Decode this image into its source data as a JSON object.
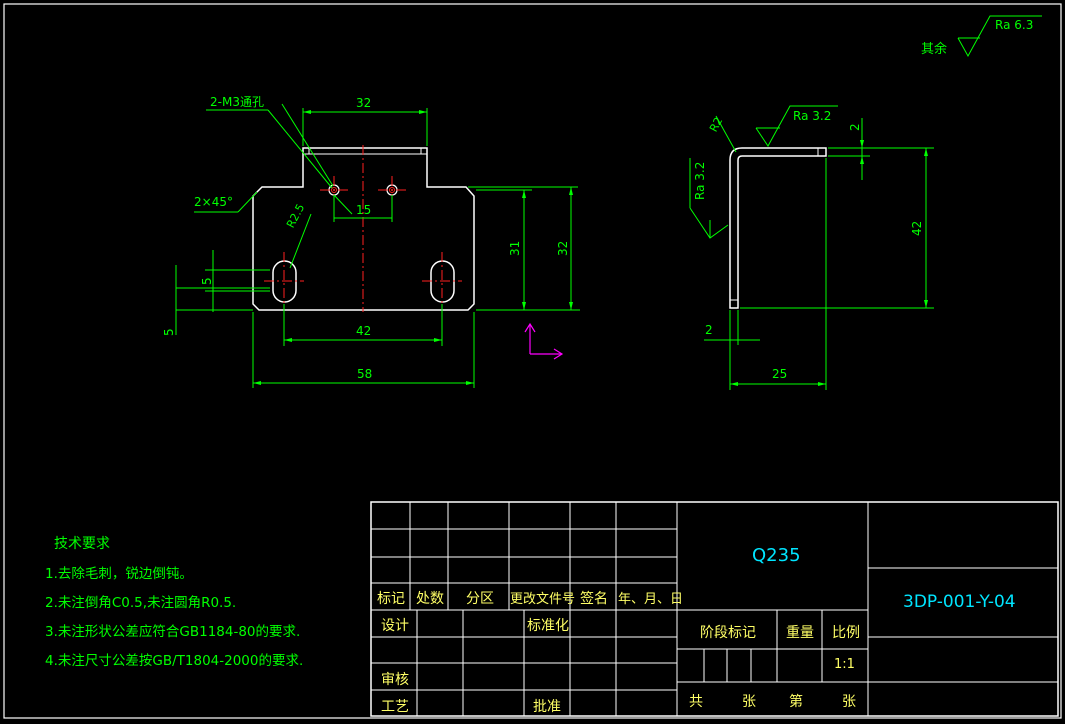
{
  "colors": {
    "background": "#000000",
    "outline": "#ffffff",
    "dimension": "#00ff00",
    "centerline": "#ff2020",
    "title_text": "#00e5ff",
    "ucs": "#ff00ff"
  },
  "front_view": {
    "callout_holes": "2-M3通孔",
    "chamfer": "2×45°",
    "radius": "R2.5",
    "dim_top_width": "32",
    "dim_hole_spacing": "15",
    "dim_height_31": "31",
    "dim_height_32": "32",
    "dim_slot_spacing": "42",
    "dim_total_width": "58",
    "dim_slot_len": "5",
    "dim_bottom": "5"
  },
  "side_view": {
    "radius": "R2",
    "roughness_top": "Ra 3.2",
    "roughness_side": "Ra 3.2",
    "dim_thickness_top": "2",
    "dim_height": "42",
    "dim_thickness_bottom": "2",
    "dim_length": "25"
  },
  "roughness_general": {
    "prefix": "其余",
    "value": "Ra 6.3"
  },
  "tech_requirements": {
    "title": "技术要求",
    "items": [
      "1.去除毛刺，锐边倒钝。",
      "2.未注倒角C0.5,未注圆角R0.5.",
      "3.未注形状公差应符合GB1184-80的要求.",
      "4.未注尺寸公差按GB/T1804-2000的要求."
    ]
  },
  "title_block": {
    "material": "Q235",
    "drawing_number": "3DP-001-Y-04",
    "rev_headers": [
      "标记",
      "处数",
      "分区",
      "更改文件号",
      "签名",
      "年、月、日"
    ],
    "design": "设计",
    "standardization": "标准化",
    "review": "审核",
    "process": "工艺",
    "approve": "批准",
    "stage_mark": "阶段标记",
    "weight": "重量",
    "scale_label": "比例",
    "scale_value": "1:1",
    "sheets": [
      "共",
      "张",
      "第",
      "张"
    ]
  }
}
